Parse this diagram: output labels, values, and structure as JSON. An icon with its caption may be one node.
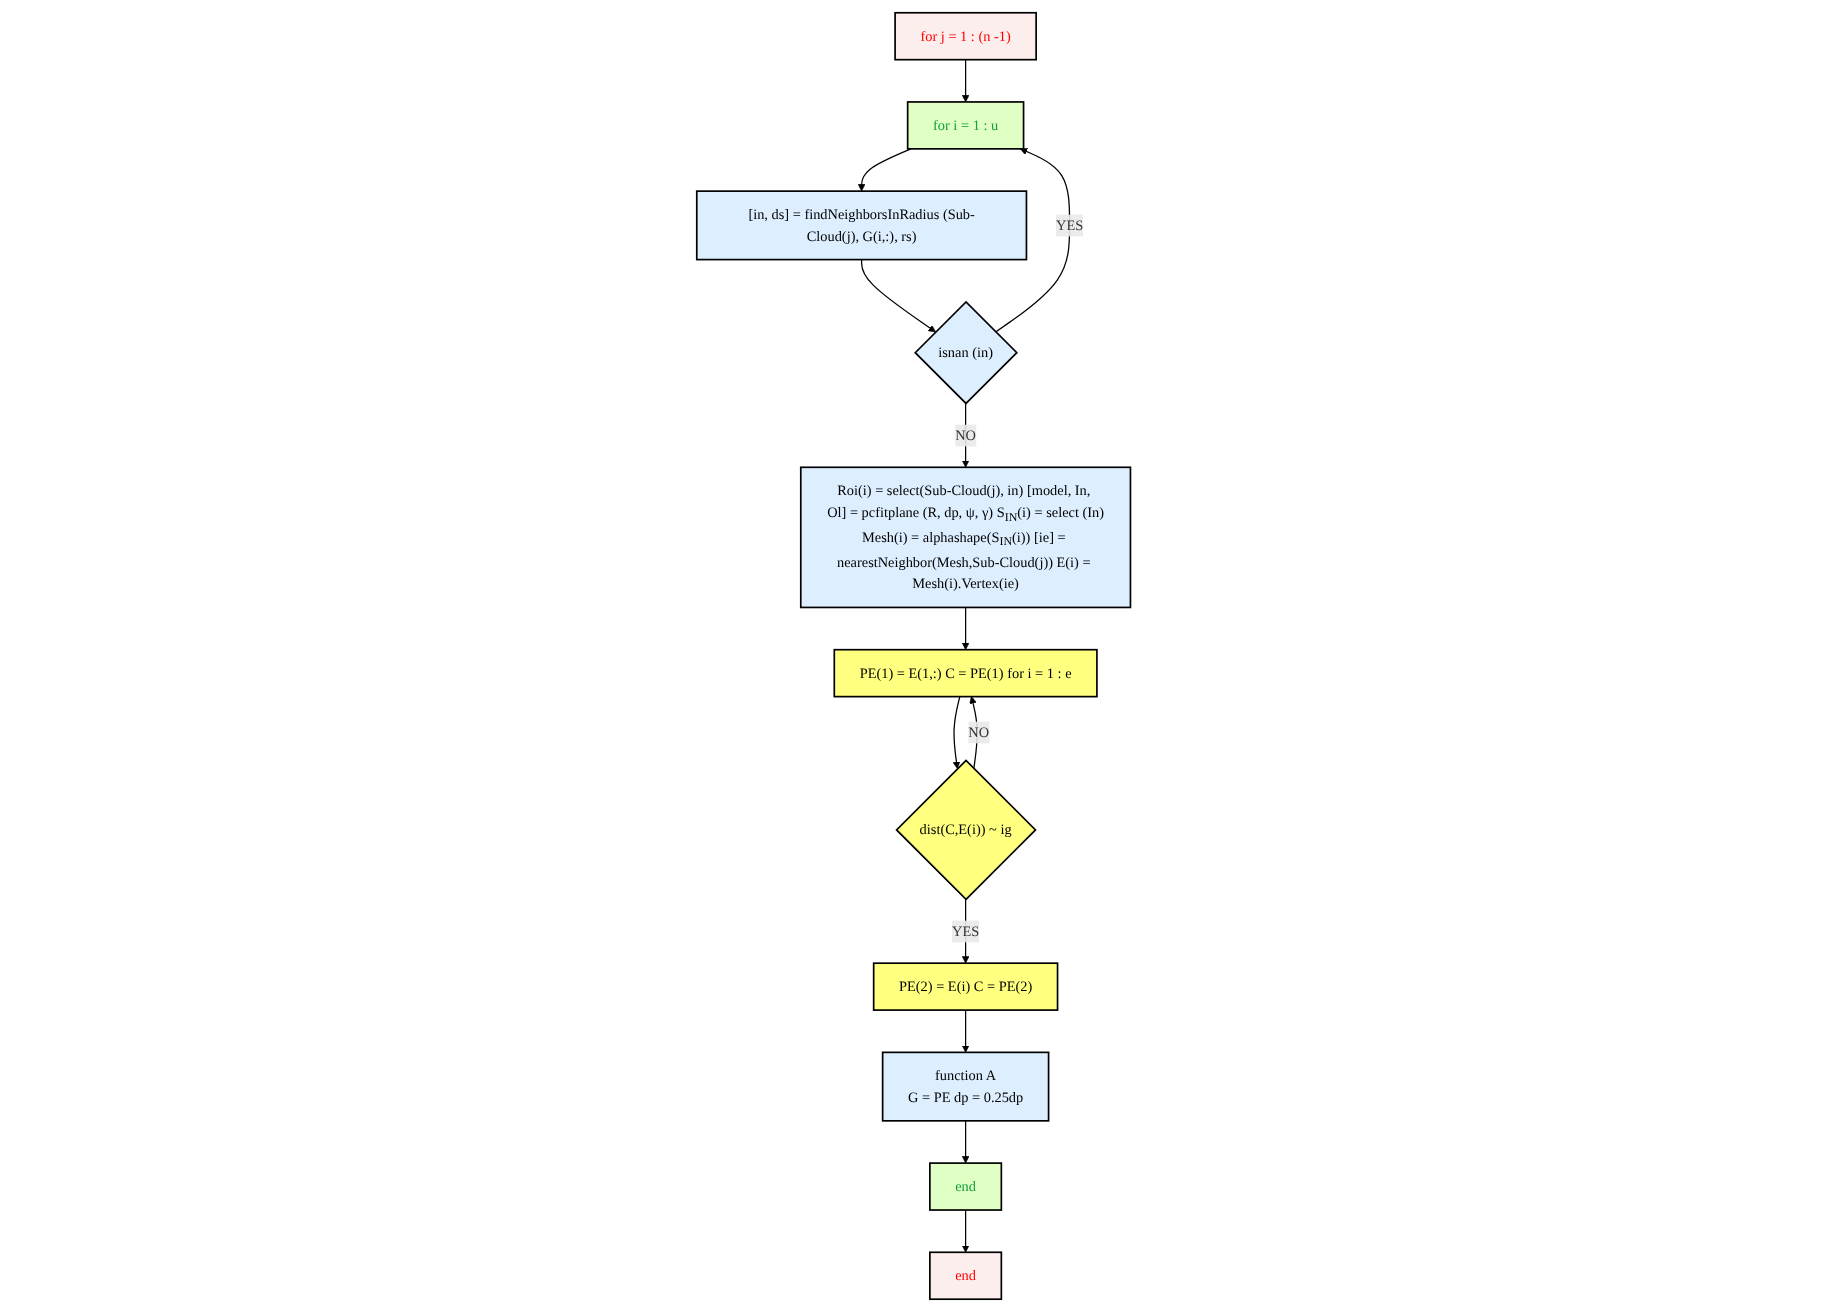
{
  "diagram": {
    "nodes": [
      {
        "text": [
          "for j = 1 : (n -1)"
        ]
      },
      {
        "text": [
          "for i = 1 : u"
        ]
      },
      {
        "text": [
          "[in, ds] = findNeighborsInRadius (Sub-Cloud(j), G(i,:), rs)"
        ]
      },
      {
        "text": [
          "isnan (in)"
        ]
      },
      {
        "text": [
          "Roi(i) = select(Sub-Cloud(j), in) [model, In, Ol] = pcfitplane (R, dp, ψ, γ) S$_{IN}$(i) = select (In)",
          "Mesh(i) = alphashape(S$_{IN}$(i)) [ie] = nearestNeighbor(Mesh,Sub-Cloud(j)) E(i) = Mesh(i).Vertex(ie)"
        ]
      },
      {
        "text": [
          "PE(1) = E(1,:) C = PE(1) for i = 1 : e"
        ]
      },
      {
        "text": [
          "dist(C,E(i)) ~ ig"
        ]
      },
      {
        "text": [
          "PE(2) = E(i) C = PE(2)"
        ]
      },
      {
        "text": [
          "function A",
          "G = PE dp = 0.25dp"
        ]
      },
      {
        "text": [
          "end"
        ]
      },
      {
        "text": [
          "end"
        ]
      }
    ],
    "edges": [
      {
        "from": 0,
        "to": 1,
        "arrow": "to"
      },
      {
        "from": 1,
        "to": 2,
        "arrow": "to"
      },
      {
        "from": 2,
        "to": 3,
        "arrow": "to"
      },
      {
        "from": 3,
        "to": 1,
        "arrow": "to",
        "label": "YES"
      },
      {
        "from": 3,
        "to": 4,
        "arrow": "to",
        "label": "NO"
      },
      {
        "from": 4,
        "to": 5,
        "arrow": "to"
      },
      {
        "from": 5,
        "to": 6,
        "arrow": "to"
      },
      {
        "from": 6,
        "to": 7,
        "arrow": "to",
        "label": "YES"
      },
      {
        "from": 6,
        "to": 5,
        "arrow": "to",
        "label": "NO"
      },
      {
        "from": 7,
        "to": 8,
        "arrow": "to"
      },
      {
        "from": 8,
        "to": 9,
        "arrow": "to"
      },
      {
        "from": 9,
        "to": 10,
        "arrow": "to"
      }
    ]
  }
}
